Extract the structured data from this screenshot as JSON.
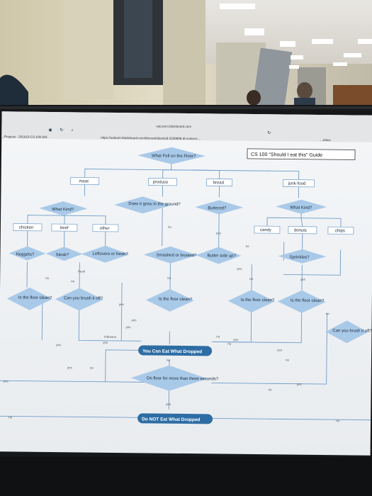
{
  "browser": {
    "domain": "uaLearn.blackboard.com",
    "url": "https://ualearn.blackboard.com/bbcswebdav/pid-3339696-dt-content-...",
    "tab_left": "...Projects - 201810-CS-100-201",
    "tab_right": "...inbox"
  },
  "guide_title": "CS 100 \"Should I eat this\" Guide",
  "flowchart": {
    "start": "What Fell on the Floor?",
    "categories": {
      "meat": "meat",
      "produce": "produce",
      "bread": "bread",
      "junk": "junk-food"
    },
    "meat_kind": "What Kind?",
    "meat_items": {
      "chicken": "chicken",
      "beef": "beef",
      "other": "other"
    },
    "nuggets": "Nuggets?",
    "steak": "Steak?",
    "leftovers_q": "Leftovers or fresh?",
    "fresh": "fresh",
    "leftovers": "leftovers",
    "grow": "Does it grow in the ground?",
    "smashed": "Smashed or bruised?",
    "buttered": "Buttered?",
    "butter_up": "Butter side up?",
    "junk_kind": "What Kind?",
    "junk_items": {
      "candy": "candy",
      "donuts": "donuts",
      "chips": "chips"
    },
    "sprinkles": "Sprinkles?",
    "floor_clean": "Is the floor clean?",
    "brush_off": "Can you brush it off?",
    "can_eat": "You Can Eat What Dropped",
    "on_floor": "On floor for more than three seconds?",
    "not_eat": "Do NOT Eat What Dropped",
    "yes": "yes",
    "no": "no"
  },
  "colors": {
    "accent": "#2e6da4",
    "diamond": "#a9c9e8",
    "box_border": "#7fa7cf"
  }
}
